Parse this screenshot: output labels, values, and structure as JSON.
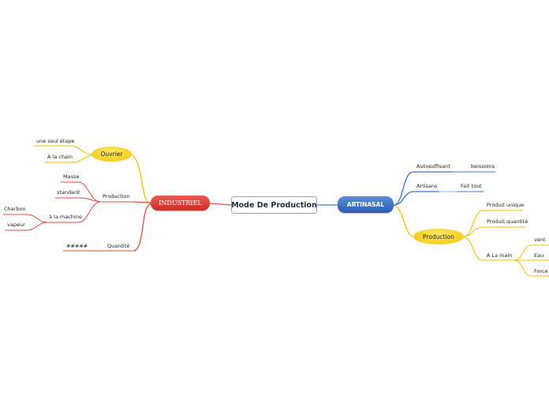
{
  "central": {
    "label": "Mode De Production"
  },
  "industriel": {
    "label": "INDUSTRIEL",
    "ouvrier": {
      "label": "Ouvrier",
      "children": [
        "une seul étape",
        "À la chain"
      ]
    },
    "production": {
      "label": "Production",
      "children": [
        "Masse",
        "standard",
        "à la machine"
      ],
      "machine_children": [
        "Charbon",
        "vapeur"
      ]
    },
    "quantite": {
      "label": "Quantité",
      "children": [
        "#####"
      ]
    }
  },
  "artinasal": {
    "label": "ARTINASAL",
    "autosuffisant": {
      "label": "Autosuffisant",
      "children": [
        "beissoins"
      ]
    },
    "artisans": {
      "label": "Artisans",
      "children": [
        "Fait tout"
      ]
    },
    "production": {
      "label": "Production",
      "children": [
        "Produit unique",
        "Produit quantité",
        "À La main"
      ],
      "main_children": [
        "vent",
        "Eau",
        "Force à"
      ]
    }
  },
  "colors": {
    "red": "#e84a44",
    "yellow": "#f2c200",
    "blue": "#3d74c8",
    "light_blue": "#9cc0ea"
  }
}
